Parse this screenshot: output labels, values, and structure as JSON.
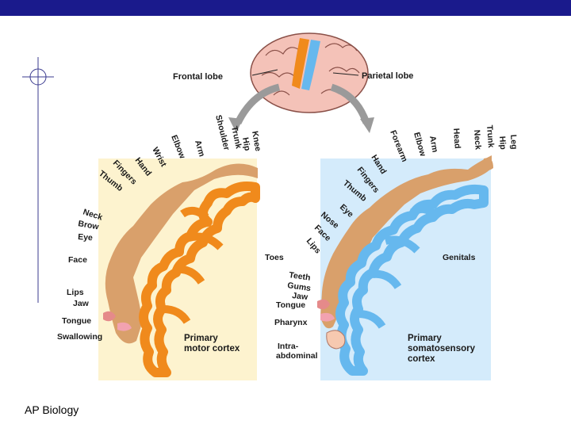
{
  "colors": {
    "title_bar": "#1a1a8c",
    "motor_band": "#f08a1c",
    "sensory_band": "#66b8ee",
    "motor_bg": "#fdf3cf",
    "sensory_bg": "#d4ebfb",
    "body": "#d9a06b",
    "brain": "#f4c2b8"
  },
  "brain_labels": {
    "frontal": "Frontal lobe",
    "parietal": "Parietal lobe"
  },
  "motor": {
    "title1": "Primary",
    "title2": "motor cortex",
    "labels": [
      "Toes",
      "Knee",
      "Hip",
      "Trunk",
      "Shoulder",
      "Arm",
      "Elbow",
      "Wrist",
      "Hand",
      "Fingers",
      "Thumb",
      "Neck",
      "Brow",
      "Eye",
      "Face",
      "Lips",
      "Jaw",
      "Tongue",
      "Swallowing"
    ]
  },
  "sensory": {
    "title1": "Primary",
    "title2": "somatosensory",
    "title3": "cortex",
    "labels": [
      "Leg",
      "Hip",
      "Trunk",
      "Neck",
      "Head",
      "Arm",
      "Elbow",
      "Forearm",
      "Hand",
      "Fingers",
      "Thumb",
      "Eye",
      "Nose",
      "Face",
      "Lips",
      "Teeth",
      "Gums",
      "Jaw",
      "Tongue",
      "Pharynx",
      "Intra-",
      "abdominal",
      "Genitals"
    ]
  },
  "footer": {
    "course": "AP Biology"
  }
}
